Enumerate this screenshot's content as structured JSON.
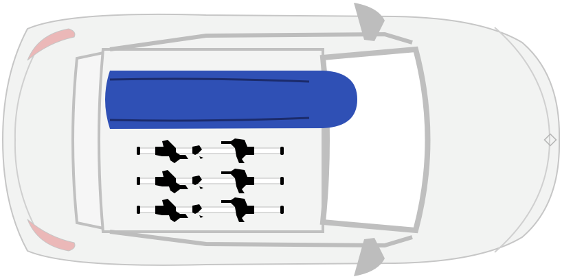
{
  "illustration": {
    "subject": "car-top-view",
    "colors": {
      "body": "#f2f3f2",
      "outline": "#c6c6c6",
      "frame": "#bfbfbf",
      "glass": "#ffffff",
      "tail_light": "#ebb8b8",
      "roof_box": "#2f50b5",
      "roof_box_stripe": "#1b2b6b",
      "rack": "#000000"
    },
    "bike_racks": [
      {
        "id": "rack-1"
      },
      {
        "id": "rack-2"
      },
      {
        "id": "rack-3"
      }
    ]
  }
}
